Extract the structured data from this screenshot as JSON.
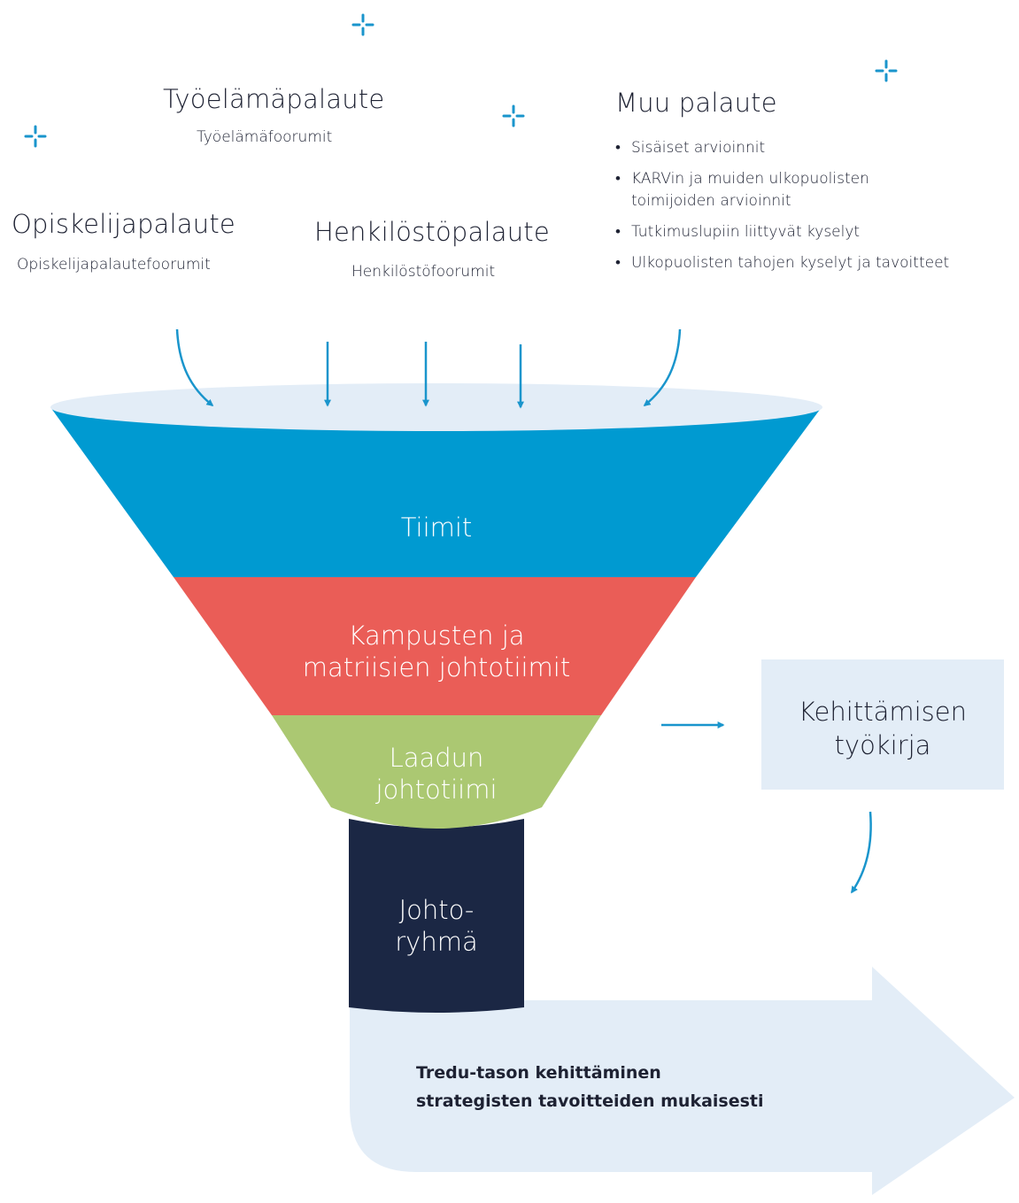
{
  "sources": {
    "workplace": {
      "title": "Työelämäpalaute",
      "subtitle": "Työelämäfoorumit"
    },
    "students": {
      "title": "Opiskelijapalaute",
      "subtitle": "Opiskelijapalautefoorumit"
    },
    "staff": {
      "title": "Henkilöstöpalaute",
      "subtitle": "Henkilöstöfoorumit"
    },
    "other": {
      "title": "Muu palaute",
      "items": [
        "Sisäiset arvioinnit",
        "KARVin ja muiden ulkopuolisten\ntoimijoiden arvioinnit",
        "Tutkimuslupiin liittyvät kyselyt",
        "Ulkopuolisten tahojen kyselyt ja tavoitteet"
      ]
    }
  },
  "funnel": {
    "layers": [
      "Tiimit",
      "Kampusten ja\nmatriisien johtotiimit",
      "Laadun\njohtotiimi",
      "Johto-\nryhmä"
    ],
    "colors": {
      "teams": "#009ad1",
      "campus": "#ea5d57",
      "quality": "#abc872",
      "management": "#1b2744",
      "rim": "#e3edf7"
    }
  },
  "workbook": {
    "label": "Kehittämisen\ntyökirja",
    "color": "#e3edf7"
  },
  "result": {
    "label": "Tredu-tason kehittäminen\nstrategisten tavoitteiden mukaisesti",
    "color": "#e3edf7"
  },
  "accent_color": "#1a95cc",
  "icons": [
    "sparkle-icon"
  ]
}
